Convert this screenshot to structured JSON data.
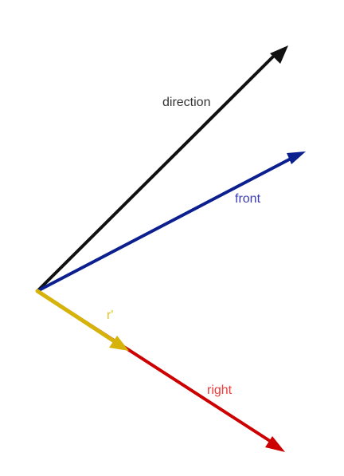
{
  "diagram": {
    "vectors": [
      {
        "key": "direction",
        "label": "direction",
        "color": "#111111",
        "label_color": "#333333"
      },
      {
        "key": "front",
        "label": "front",
        "color": "#0b1f8f",
        "label_color": "#3d3db3"
      },
      {
        "key": "right",
        "label": "right",
        "color": "#cc0000",
        "label_color": "#ee3b3b"
      },
      {
        "key": "r_prime",
        "label": "r'",
        "color": "#d6b30a",
        "label_color": "#e3c61e"
      }
    ]
  }
}
